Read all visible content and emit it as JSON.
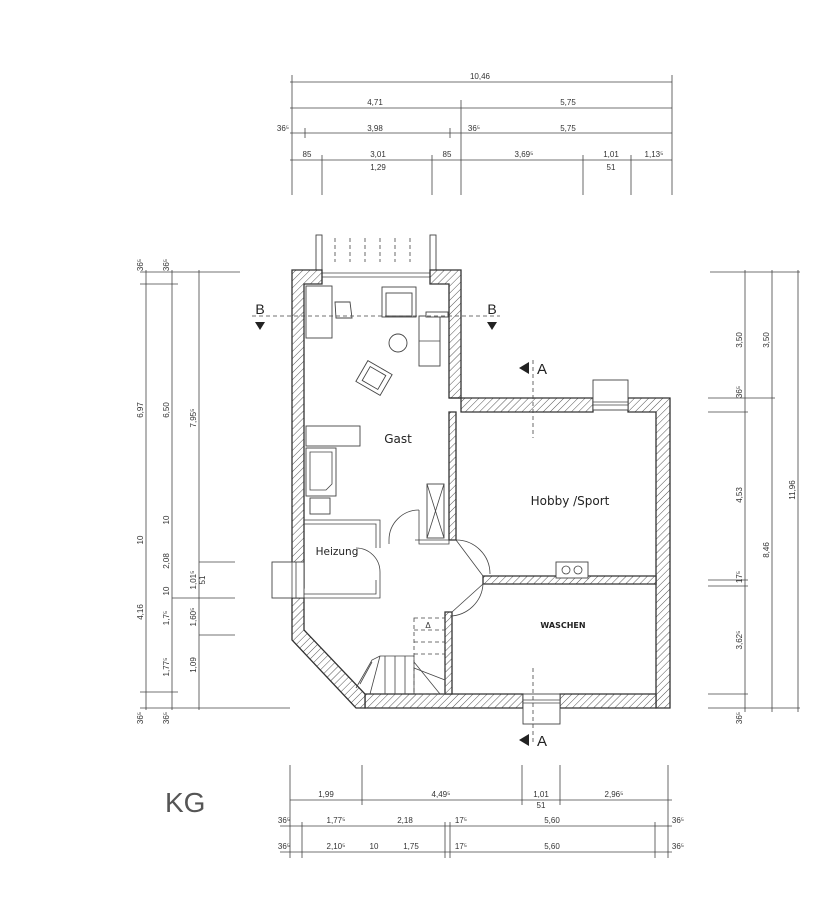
{
  "title": "KG",
  "rooms": {
    "gast": "Gast",
    "hobby": "Hobby /Sport",
    "heizung": "Heizung",
    "waschen": "WASCHEN"
  },
  "section_markers": {
    "b_left": "B",
    "b_right": "B",
    "a_top": "A",
    "a_bottom": "A"
  },
  "dimensions": {
    "top": {
      "row1": [
        "10,46"
      ],
      "row2": [
        "4,71",
        "5,75"
      ],
      "row3": [
        "36⁵",
        "3,98",
        "36⁵",
        "5,75"
      ],
      "row4": [
        "85",
        "3,01",
        "85",
        "3,69⁵",
        "1,01",
        "1,13⁵"
      ],
      "row4_sub": [
        "1,29",
        "51"
      ]
    },
    "left": {
      "outer": [
        "36⁵",
        "6,97",
        "10",
        "4,16",
        "36⁵"
      ],
      "middle": [
        "36⁵",
        "6,50",
        "10",
        "2,08",
        "10",
        "1,7⁵",
        "1,77⁵",
        "36⁵"
      ],
      "inner": [
        "7,95⁵",
        "1,01⁵",
        "51",
        "1,60⁵",
        "1,09"
      ]
    },
    "right": {
      "inner": [
        "3,50",
        "36⁵",
        "4,53",
        "17⁵",
        "3,62⁵",
        "36⁵"
      ],
      "middle": [
        "3,50",
        "8,46"
      ],
      "outer": [
        "11,96"
      ]
    },
    "bottom": {
      "row1": [
        "1,99",
        "4,49⁵",
        "1,01",
        "2,96⁵"
      ],
      "row1_sub": [
        "51"
      ],
      "row2": [
        "36⁵",
        "1,77⁵",
        "2,18",
        "17⁵",
        "5,60",
        "36⁵"
      ],
      "row3": [
        "36⁵",
        "2,10⁵",
        "10",
        "1,75",
        "17⁵",
        "5,60",
        "36⁵"
      ]
    }
  }
}
